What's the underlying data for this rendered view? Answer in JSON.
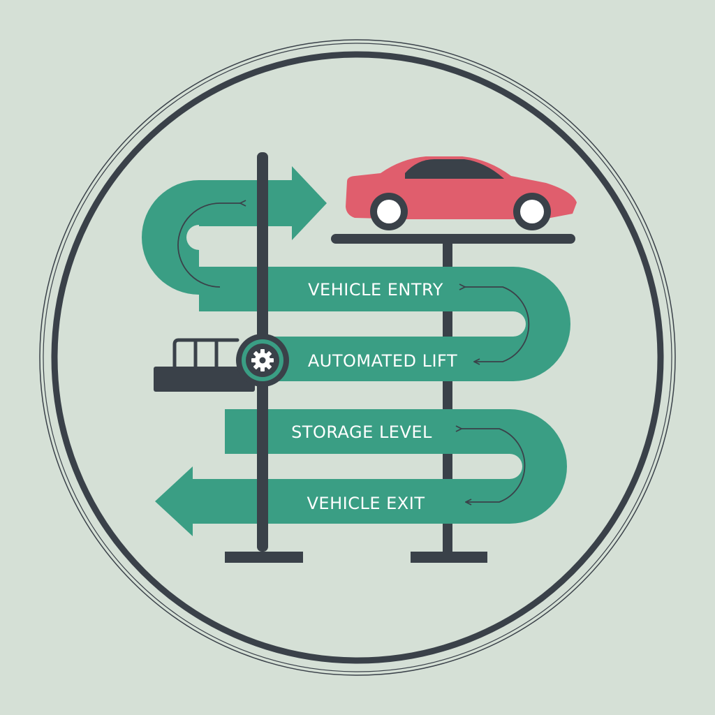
{
  "colors": {
    "background": "#d5e0d6",
    "ring": "#3a4149",
    "ribbon": "#3a9e84",
    "structure": "#3a4149",
    "car": "#e05e6d",
    "label_text": "#ffffff"
  },
  "icons": [
    "car-icon",
    "gear-icon",
    "arrow-right-icon",
    "arrow-left-icon",
    "u-turn-arrow-icon"
  ],
  "stages": [
    {
      "label": "VEHICLE ENTRY"
    },
    {
      "label": "AUTOMATED LIFT"
    },
    {
      "label": "STORAGE LEVEL"
    },
    {
      "label": "VEHICLE EXIT"
    }
  ]
}
